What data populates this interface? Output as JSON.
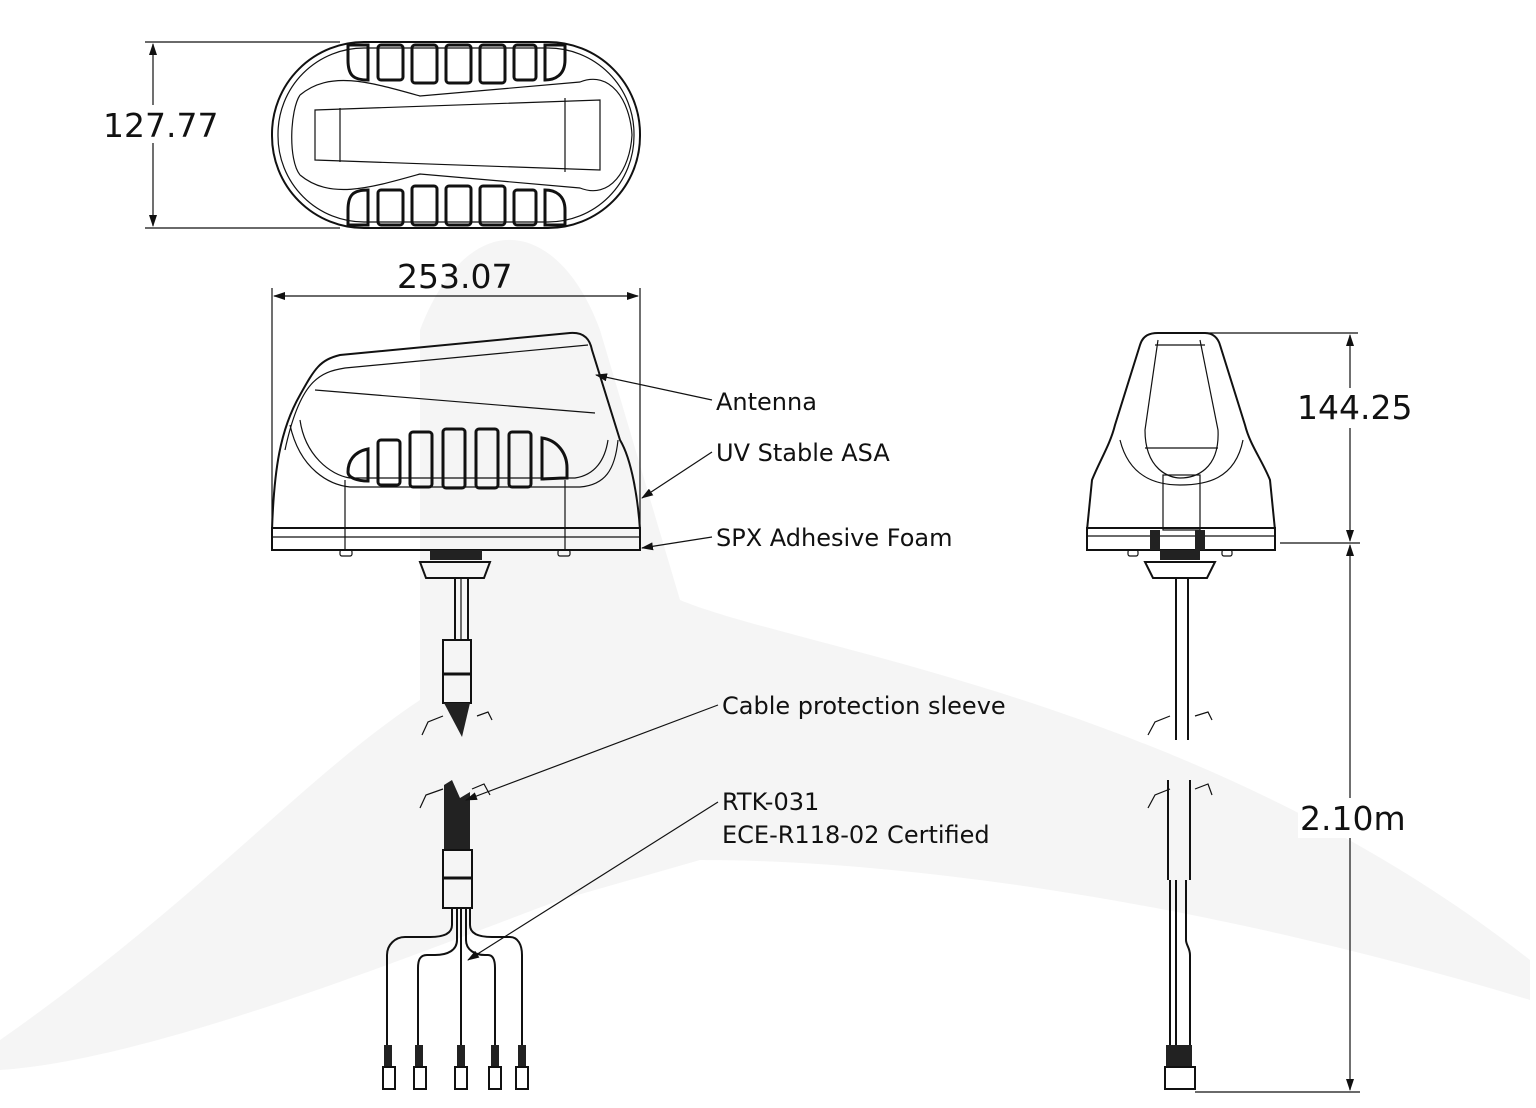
{
  "dimensions": {
    "width_top": "127.77",
    "length": "253.07",
    "height": "144.25",
    "cable_length": "2.10m"
  },
  "callouts": {
    "antenna": "Antenna",
    "housing": "UV Stable ASA",
    "foam": "SPX Adhesive Foam",
    "sleeve": "Cable protection sleeve",
    "model": "RTK-031",
    "certification": "ECE-R118-02 Certified"
  },
  "colors": {
    "line": "#111111",
    "watermark": "#f4f4f4"
  }
}
